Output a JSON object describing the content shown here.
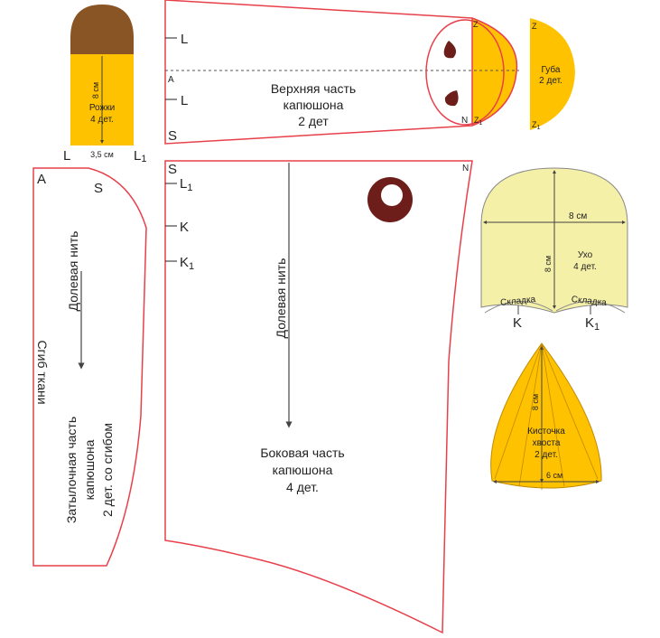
{
  "colors": {
    "outline": "#e8404a",
    "yellow": "#ffc200",
    "brown": "#8a5524",
    "pale_yellow": "#f5f0a8",
    "dark_brown": "#6e1e1a"
  },
  "horns": {
    "title": "Рожки",
    "count": "4 дет.",
    "height_dim": "8 см",
    "width_dim": "3,5 см",
    "corner_left": "L",
    "corner_right": "L",
    "corner_right_sub": "1"
  },
  "top_part": {
    "title_line1": "Верхняя часть",
    "title_line2": "капюшона",
    "count": "2 дет",
    "marks": [
      "L",
      "A",
      "L",
      "S"
    ],
    "z_top": "Z",
    "n_bottom": "N",
    "z1": "Z",
    "z1_sub": "1"
  },
  "lip": {
    "title": "Губа",
    "count": "2 дет.",
    "z_top": "Z",
    "z1": "Z",
    "z1_sub": "1"
  },
  "back_part": {
    "corner_a": "A",
    "corner_s": "S",
    "grain": "Долевая нить",
    "fold": "Сгиб ткани",
    "line1": "Затылочная часть",
    "line2": "капюшона",
    "line3": "2 дет. со сгибом"
  },
  "side_part": {
    "corner_s": "S",
    "corner_n": "N",
    "marks": [
      "L",
      "K",
      "K"
    ],
    "mark_subs": [
      "1",
      "",
      "1"
    ],
    "grain": "Долевая нить",
    "line1": "Боковая часть",
    "line2": "капюшона",
    "line3": "4 дет."
  },
  "ear": {
    "width_dim": "8 см",
    "height_dim": "8 см",
    "title": "Ухо",
    "count": "4 дет.",
    "fold_left": "Складка",
    "fold_right": "Складка",
    "k": "K",
    "k1": "K",
    "k1_sub": "1"
  },
  "tail": {
    "height_dim": "8 см",
    "title_line1": "Кисточка",
    "title_line2": "хвоста",
    "count": "2 дет.",
    "width_dim": "6 см"
  }
}
